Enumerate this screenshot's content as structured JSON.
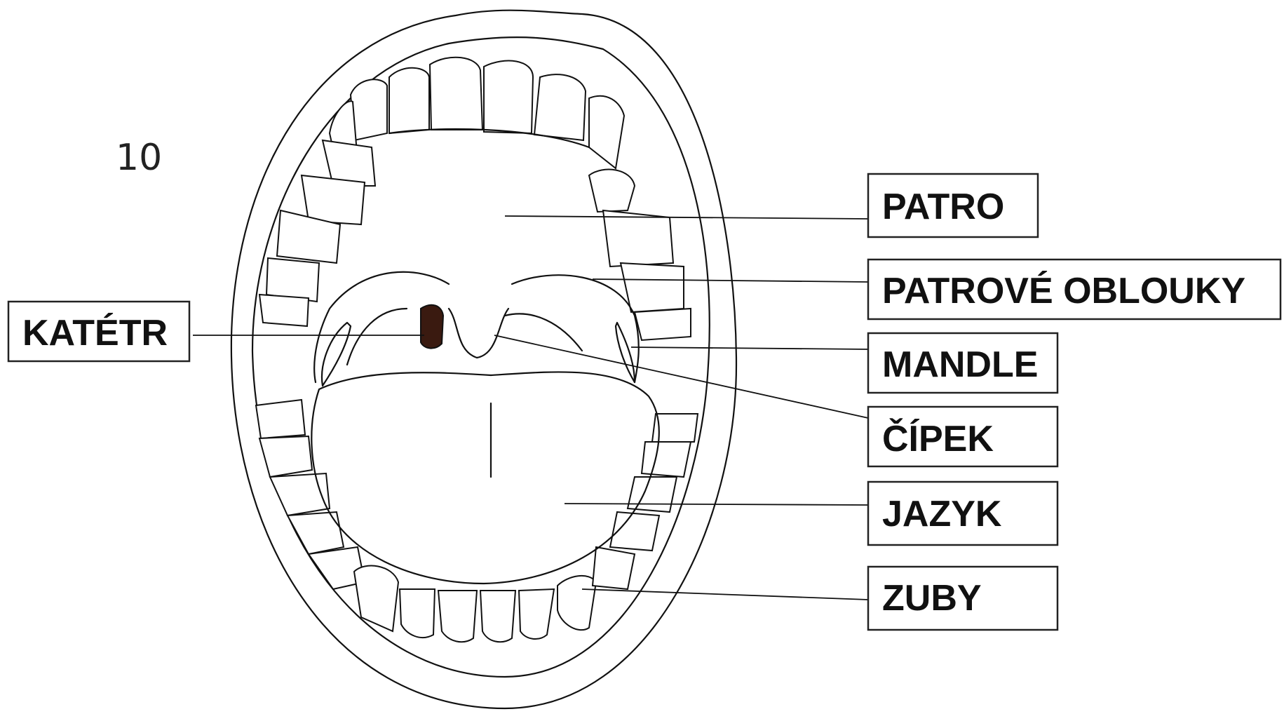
{
  "page_number": "10",
  "labels": {
    "catheter": "KATÉTR",
    "palate": "PATRO",
    "palatal_arches": "PATROVÉ OBLOUKY",
    "tonsils": "MANDLE",
    "uvula": "ČÍPEK",
    "tongue": "JAZYK",
    "teeth": "ZUBY"
  },
  "colors": {
    "line": "#111111",
    "catheter": "#3a1a10",
    "background": "#ffffff"
  }
}
